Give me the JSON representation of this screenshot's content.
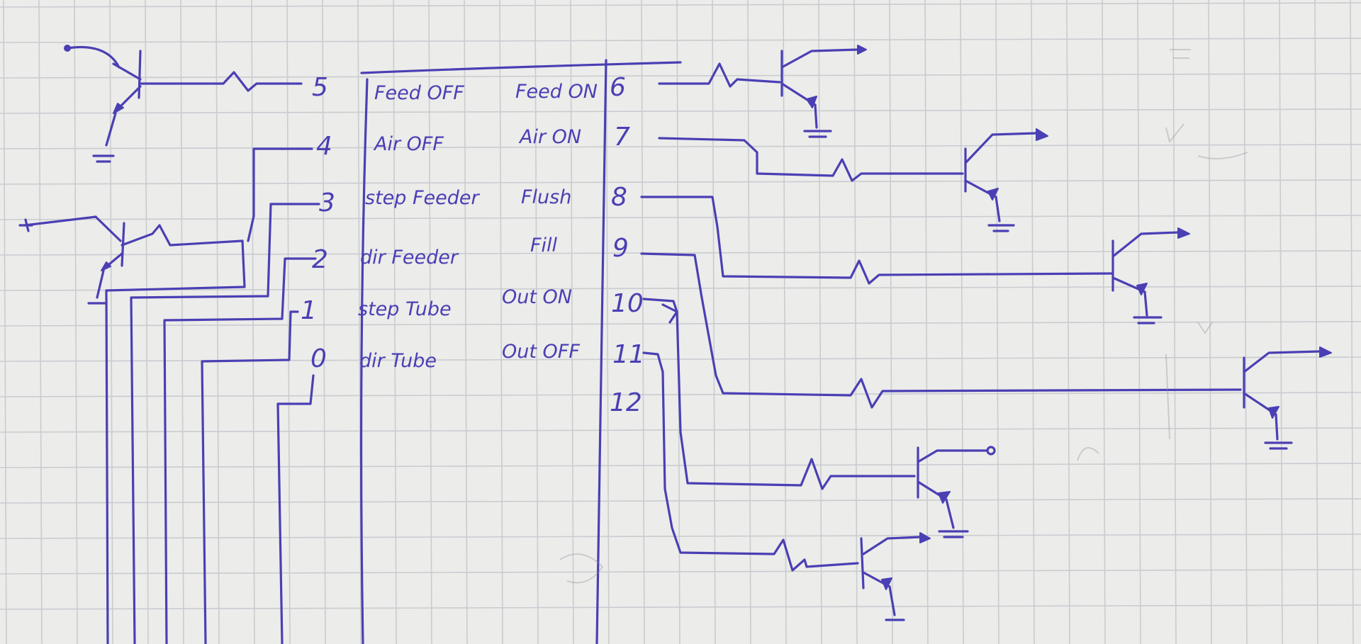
{
  "diagram": {
    "pins": {
      "left": [
        "5",
        "4",
        "3",
        "2",
        "1",
        "0"
      ],
      "right": [
        "6",
        "7",
        "8",
        "9",
        "10",
        "11",
        "12"
      ]
    },
    "signals": {
      "left": [
        "Feed OFF",
        "Air OFF",
        "step Feeder",
        "dir Feeder",
        "step Tube",
        "dir Tube"
      ],
      "right": [
        "Feed ON",
        "Air ON",
        "Flush",
        "Fill",
        "Out ON",
        "Out OFF"
      ]
    },
    "ink_color": "#4a3fb4",
    "paper_color": "#ececea",
    "grid_color": "#c9ccd0"
  }
}
